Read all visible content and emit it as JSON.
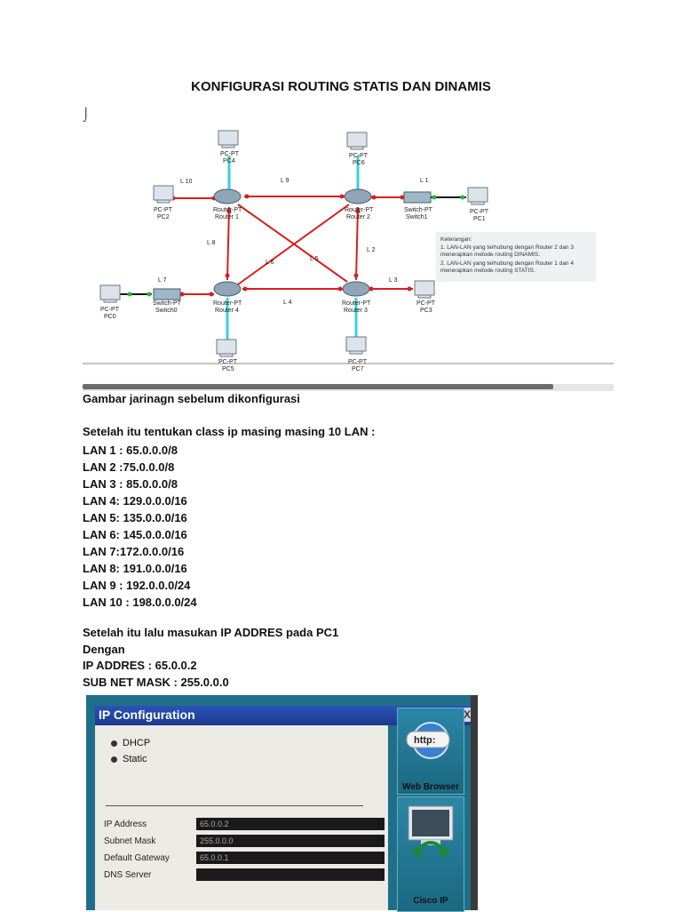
{
  "document": {
    "title": "KONFIGURASI ROUTING STATIS DAN DINAMIS",
    "cursor_mark": "⌡",
    "caption": "Gambar jarinagn sebelum dikonfigurasi",
    "intro": "Setelah itu tentukan class ip masing masing 10 LAN :",
    "lans": [
      "LAN 1 : 65.0.0.0/8",
      "LAN 2 :75.0.0.0/8",
      "LAN 3 : 85.0.0.0/8",
      "LAN 4: 129.0.0.0/16",
      "LAN 5: 135.0.0.0/16",
      "LAN 6: 145.0.0.0/16",
      "LAN 7:172.0.0.0/16",
      "LAN 8: 191.0.0.0/16",
      "LAN 9 : 192.0.0.0/24",
      "LAN 10 : 198.0.0.0/24"
    ],
    "step2": "Setelah itu lalu masukan IP ADDRES pada PC1",
    "dengan": "Dengan",
    "ip_line": "IP ADDRES :  65.0.0.2",
    "mask_line": "SUB NET MASK : 255.0.0.0"
  },
  "diagram": {
    "labels": {
      "pc4": "PC-PT",
      "pc4b": "PC4",
      "pc6": "PC-PT",
      "pc6b": "PC6",
      "pc2": "PC-PT",
      "pc2b": "PC2",
      "pc1": "PC-PT",
      "pc1b": "PC1",
      "pc0": "PC-PT",
      "pc0b": "PC0",
      "pc3": "PC-PT",
      "pc3b": "PC3",
      "pc5": "PC-PT",
      "pc5b": "PC5",
      "pc7": "PC-PT",
      "pc7b": "PC7",
      "r1": "Router-PT",
      "r1b": "Router 1",
      "r2": "Router-PT",
      "r2b": "Router 2",
      "r3": "Router-PT",
      "r3b": "Router 3",
      "r4": "Router-PT",
      "r4b": "Router 4",
      "sw1": "Switch-PT",
      "sw1b": "Switch1",
      "sw0": "Switch-PT",
      "sw0b": "Switch0",
      "l1": "L 1",
      "l2": "L 2",
      "l3": "L 3",
      "l4": "L 4",
      "l5": "L 5",
      "l6": "L 6",
      "l7": "L 7",
      "l8": "L 8",
      "l9": "L 9",
      "l10": "L 10"
    },
    "note": {
      "title": "Keterangan:",
      "line1": "1. LAN-LAN yang terhubung dengan Router 2 dan 3",
      "line1b": "menerapkan metode routing DINAMIS.",
      "line2": "2.  LAN-LAN yang terhubung dengan Router 1 dan 4",
      "line2b": "menerapkan metode routing STATIS."
    },
    "colors": {
      "link": "#d81e1e",
      "pc_link": "#3ad0d8",
      "endpoint": "#d81e1e",
      "green": "#22bb33"
    }
  },
  "ipconfig": {
    "title": "IP Configuration",
    "close": "X",
    "dhcp": "DHCP",
    "static": "Static",
    "fields": [
      {
        "label": "IP Address",
        "value": "65.0.0.2"
      },
      {
        "label": "Subnet Mask",
        "value": "255.0.0.0"
      },
      {
        "label": "Default Gateway",
        "value": "65.0.0.1"
      },
      {
        "label": "DNS Server",
        "value": ""
      }
    ],
    "web_label": "Web Browser",
    "http_text": "http:",
    "cisco_label": "Cisco IP"
  }
}
